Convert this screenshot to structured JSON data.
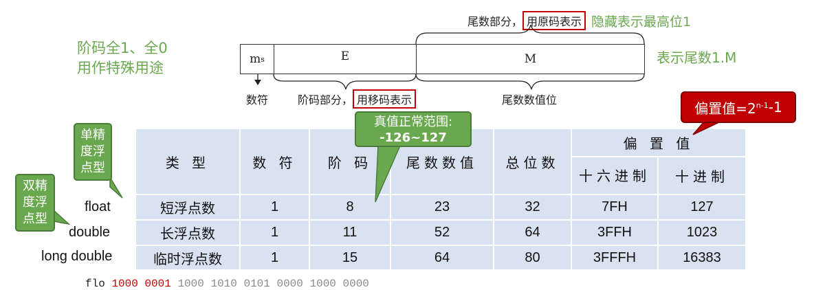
{
  "left_note": {
    "line1": "阶码全1、全0",
    "line2": "用作特殊用途"
  },
  "top_annotation": {
    "prefix": "尾数部分，",
    "boxed": "用原码表示",
    "suffix": "隐藏表示最高位1"
  },
  "format": {
    "ms_main": "m",
    "ms_sub": "s",
    "e": "E",
    "m": "M"
  },
  "right_note": "表示尾数1.M",
  "below_labels": {
    "sign": "数符",
    "exp_prefix": "阶码部分，",
    "exp_boxed": "用移码表示",
    "mantissa": "尾数数值位"
  },
  "callouts": {
    "range_line1": "真值正常范围:",
    "range_line2": "-126~127",
    "bias_main": "偏置值=2",
    "bias_sup": "n-1",
    "bias_tail": "-1",
    "single_l1": "单精",
    "single_l2": "度浮",
    "single_l3": "点型",
    "double_l1": "双精",
    "double_l2": "度浮",
    "double_l3": "点型"
  },
  "table": {
    "headers": {
      "type": "类 型",
      "sign": "数 符",
      "exp": "阶 码",
      "mantissa": "尾数数值",
      "total": "总位数",
      "bias": "偏 置 值",
      "hex": "十六进制",
      "dec": "十进制"
    },
    "rows": [
      {
        "label": "float",
        "type": "短浮点数",
        "sign": "1",
        "exp": "8",
        "mantissa": "23",
        "total": "32",
        "hex": "7FH",
        "dec": "127"
      },
      {
        "label": "double",
        "type": "长浮点数",
        "sign": "1",
        "exp": "11",
        "mantissa": "52",
        "total": "64",
        "hex": "3FFH",
        "dec": "1023"
      },
      {
        "label": "long double",
        "type": "临时浮点数",
        "sign": "1",
        "exp": "15",
        "mantissa": "64",
        "total": "80",
        "hex": "3FFFH",
        "dec": "16383"
      }
    ]
  },
  "bottom": {
    "prefix": "flo",
    "bits_red": "1000 0001",
    "bits_rest": "1000 1010 0101 0000 1000 0000"
  }
}
